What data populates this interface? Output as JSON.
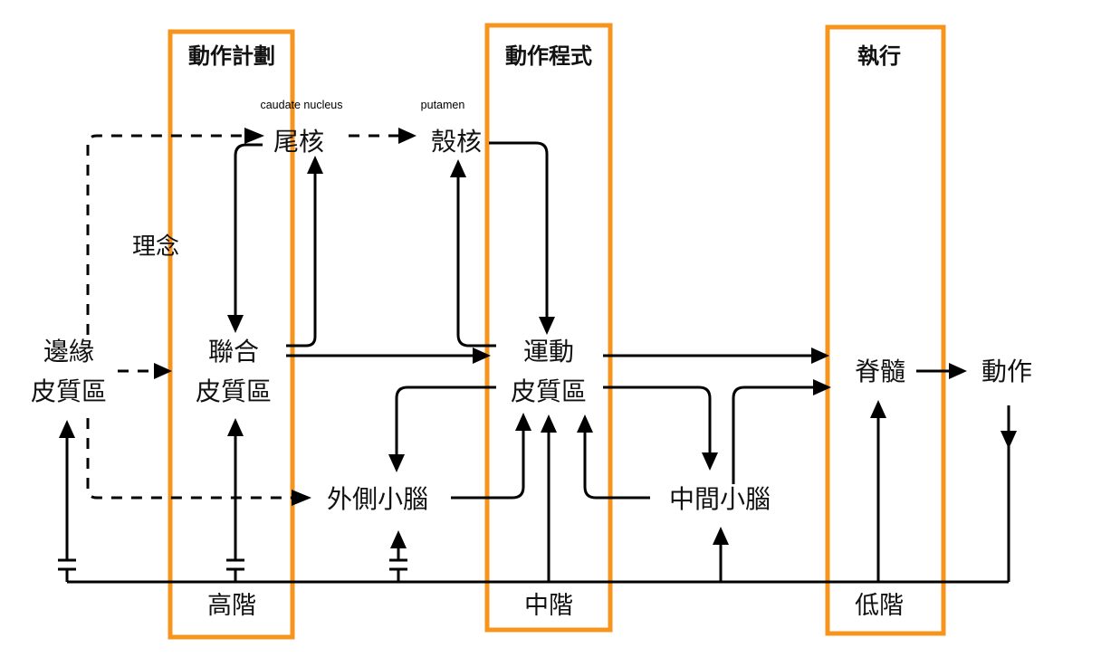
{
  "colors": {
    "box_outline": "#F7941D",
    "lines": "#000000"
  },
  "columns": {
    "planning": "動作計劃",
    "program": "動作程式",
    "execution": "執行"
  },
  "nodes": {
    "limbic_line1": "邊緣",
    "limbic_line2": "皮質區",
    "assoc_line1": "聯合",
    "assoc_line2": "皮質區",
    "motor_line1": "運動",
    "motor_line2": "皮質區",
    "caudate": "尾核",
    "caudate_en": "caudate nucleus",
    "putamen": "殼核",
    "putamen_en": "putamen",
    "lateral_cerebellum": "外側小腦",
    "intermediate_cerebellum": "中間小腦",
    "spinal_cord": "脊髓",
    "movement": "動作"
  },
  "labels": {
    "idea": "理念"
  },
  "levels": {
    "high": "高階",
    "middle": "中階",
    "low": "低階"
  }
}
